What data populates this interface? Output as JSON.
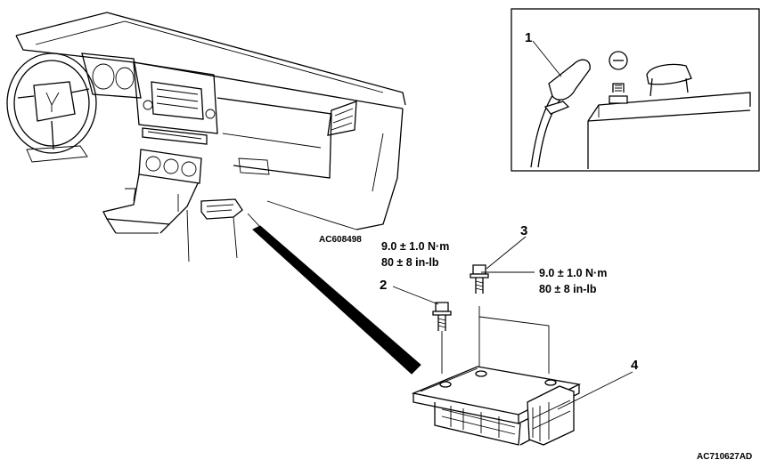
{
  "figure": {
    "callouts": {
      "c1": "1",
      "c2": "2",
      "c3": "3",
      "c4": "4"
    },
    "inset": {
      "battery_terminal_symbol": "minus-icon"
    },
    "torque_left": {
      "line1": "9.0 ± 1.0 N·m",
      "line2": "80 ± 8 in-lb"
    },
    "torque_right": {
      "line1": "9.0 ± 1.0 N·m",
      "line2": "80 ± 8 in-lb"
    },
    "codes": {
      "dashboard_ref": "AC608498",
      "figure_ref": "AC710627AD"
    }
  }
}
